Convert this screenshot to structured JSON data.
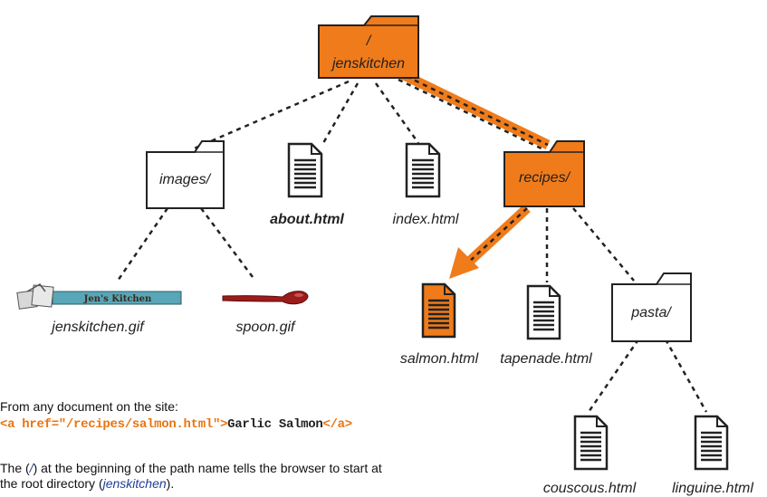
{
  "nodes": {
    "root": {
      "line1": "/",
      "line2": "jenskitchen"
    },
    "images": {
      "label": "images/"
    },
    "about": {
      "label": "about.html"
    },
    "index": {
      "label": "index.html"
    },
    "recipes": {
      "label": "recipes/"
    },
    "jenskitchen_gif": {
      "label": "jenskitchen.gif",
      "logo_text": "Jen's Kitchen"
    },
    "spoon": {
      "label": "spoon.gif"
    },
    "salmon": {
      "label": "salmon.html"
    },
    "tapenade": {
      "label": "tapenade.html"
    },
    "pasta": {
      "label": "pasta/"
    },
    "couscous": {
      "label": "couscous.html"
    },
    "linguine": {
      "label": "linguine.html"
    }
  },
  "caption": {
    "intro": "From any document on the site:",
    "code_open": "<a href=\"/recipes/salmon.html\">",
    "code_text": "Garlic Salmon",
    "code_close": "</a>",
    "note_before": "The (",
    "note_slash": "/",
    "note_mid": ") at the beginning of the path name tells the browser to start at",
    "note_line2_before": "the root directory (",
    "note_root": "jenskitchen",
    "note_after": ")."
  },
  "colors": {
    "highlight": "#f07b1a",
    "outline": "#222222",
    "link_blue": "#1f3f99"
  }
}
